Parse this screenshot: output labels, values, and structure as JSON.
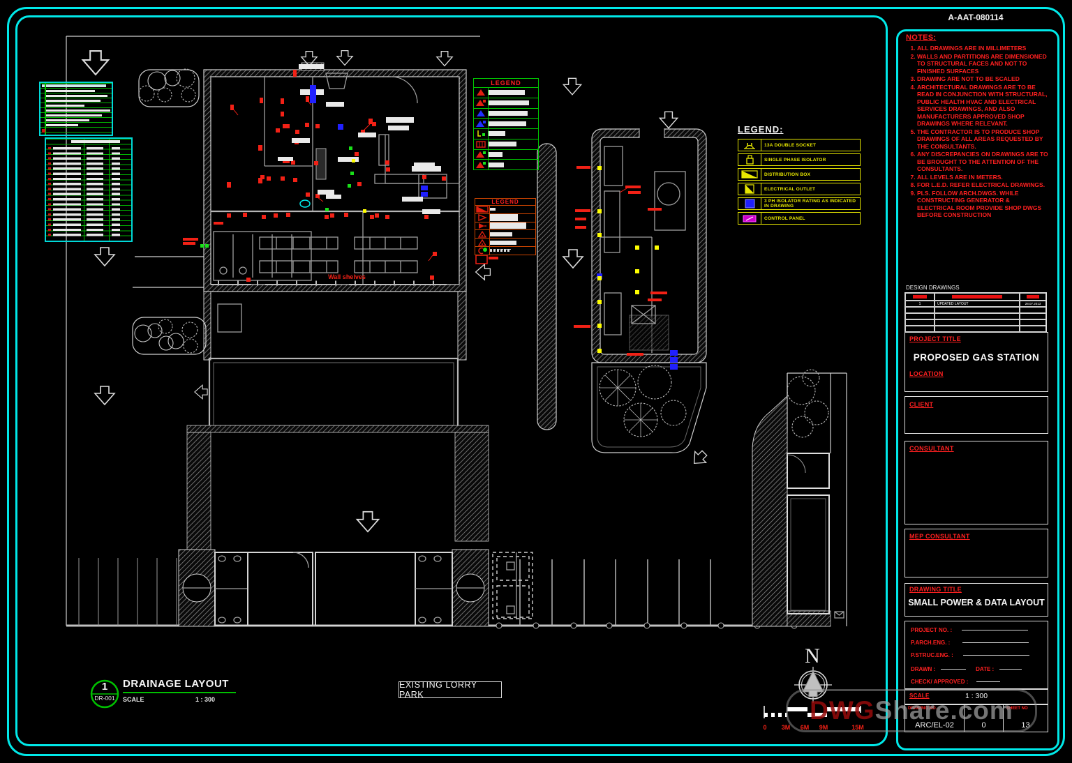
{
  "doc_number": "A-AAT-080114",
  "notes": {
    "title": "NOTES:",
    "items": [
      "ALL DRAWINGS ARE IN MILLIMETERS",
      "WALLS AND PARTITIONS ARE DIMENSIONED TO STRUCTURAL FACES AND NOT TO FINISHED SURFACES",
      "DRAWING ARE NOT TO BE SCALED",
      "ARCHITECTURAL DRAWINGS ARE TO BE READ IN CONJUNCTION WITH STRUCTURAL, PUBLIC HEALTH HVAC AND ELECTRICAL SERVICES DRAWINGS, AND ALSO MANUFACTURERS APPROVED SHOP DRAWINGS WHERE RELEVANT.",
      "THE CONTRACTOR IS TO PRODUCE SHOP DRAWINGS OF ALL AREAS REQUESTED BY THE CONSULTANTS.",
      "ANY DISCREPANCIES ON DRAWINGS ARE TO BE BROUGHT TO THE ATTENTION OF THE CONSULTANTS.",
      "ALL LEVELS ARE IN METERS.",
      "FOR L.E.D. REFER ELECTRICAL DRAWINGS.",
      "PLS. FOLLOW ARCH.DWGS. WHILE CONSTRUCTING GENERATOR & ELECTRICAL ROOM PROVIDE SHOP DWGS BEFORE CONSTRUCTION"
    ]
  },
  "design_drawings": {
    "label": "DESIGN DRAWINGS",
    "rows": [
      {
        "no": "1",
        "desc": "UPDATED LAYOUT",
        "date": "28.07.2013"
      }
    ]
  },
  "title_block": {
    "project_title_label": "PROJECT TITLE",
    "project_title": "PROPOSED GAS STATION",
    "location_label": "LOCATION",
    "client_label": "CLIENT",
    "consultant_label": "CONSULTANT",
    "mep_consultant_label": "MEP CONSULTANT",
    "drawing_title_label": "DRAWING TITLE",
    "drawing_title": "SMALL POWER & DATA LAYOUT",
    "project_no_label": "PROJECT NO. :",
    "arch_eng_label": "P.ARCH.ENG. :",
    "struc_eng_label": "P.STRUC.ENG. :",
    "drawn_label": "DRAWN :",
    "date_label": "DATE :",
    "check_label": "CHECK/ APPROVED :",
    "scale_label": "SCALE",
    "scale_value": "1 : 300",
    "drawing_no_label": "DRAWING NO.",
    "drawing_no": "ARC/EL-02",
    "rev_value": "0",
    "sheet_no_label": "SHEET NO",
    "sheet_no": "13"
  },
  "legend": {
    "title": "LEGEND:",
    "items": [
      {
        "icon": "double-socket-icon",
        "label": "13A DOUBLE SOCKET"
      },
      {
        "icon": "single-phase-isolator-icon",
        "label": "SINGLE  PHASE ISOLATOR"
      },
      {
        "icon": "distribution-box-icon",
        "label": "DISTRIBUTION BOX"
      },
      {
        "icon": "electrical-outlet-icon",
        "label": "ELECTRICAL OUTLET"
      },
      {
        "icon": "three-phase-isolator-icon",
        "label": "3 PH ISOLATOR RATING AS INDICATED IN DRAWING"
      },
      {
        "icon": "control-panel-icon",
        "label": "CONTROL PANEL"
      }
    ]
  },
  "mini_legend_green": {
    "title": "LEGEND"
  },
  "mini_legend_orange": {
    "title": "LEGEND"
  },
  "viewport": {
    "view_number": "1",
    "view_ref": "DR-001",
    "view_title": "DRAINAGE LAYOUT",
    "scale_label": "SCALE",
    "scale_value": "1 : 300",
    "lorry_park_label": "EXISTING LORRY PARK",
    "wall_shelves_label": "Wall shelves",
    "north_label": "N",
    "scalebar_labels": [
      "0",
      "3M",
      "6M",
      "9M",
      "15M"
    ]
  },
  "watermark": {
    "prefix": "DWG",
    "suffix": "Share.com"
  },
  "colors": {
    "accent_cyan": "#00E9E9",
    "annotation_red": "#FF2020",
    "legend_yellow": "#E8E800",
    "legend_green": "#00C800",
    "isolator_blue": "#2020FF",
    "control_magenta": "#FF00FF"
  }
}
